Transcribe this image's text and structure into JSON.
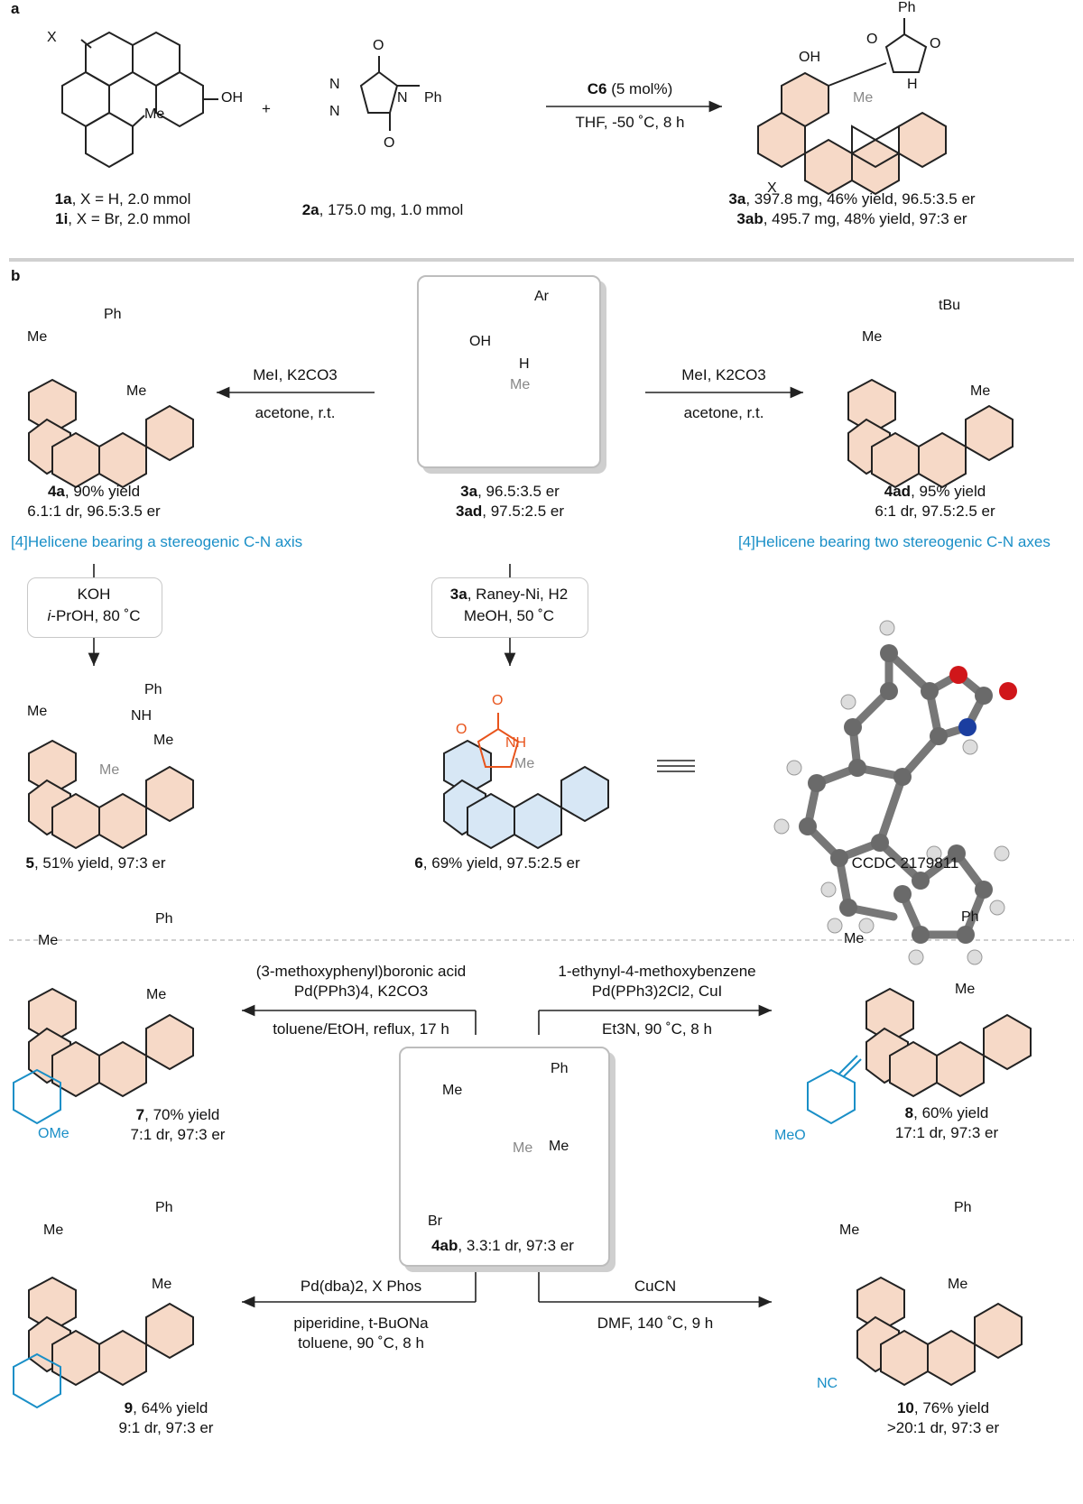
{
  "panels": {
    "a": "a",
    "b": "b"
  },
  "partA": {
    "plus": "+",
    "cond_top_bold": "C6",
    "cond_top_rest": " (5 mol%)",
    "cond_bottom": "THF, -50 ˚C, 8 h",
    "sm1_line1_bold": "1a",
    "sm1_line1_rest": ", X = H, 2.0 mmol",
    "sm1_line2_bold": "1i",
    "sm1_line2_rest": ", X = Br, 2.0 mmol",
    "sm2_bold": "2a",
    "sm2_rest": ", 175.0 mg, 1.0 mmol",
    "prod_line1_bold": "3a",
    "prod_line1_rest": ", 397.8 mg, 46% yield, 96.5:3.5 er",
    "prod_line2_bold": "3ab",
    "prod_line2_rest": ", 495.7 mg, 48% yield, 97:3 er"
  },
  "partB": {
    "left_cond_top": "MeI, K2CO3",
    "left_cond_bottom": "acetone, r.t.",
    "right_cond_top": "MeI, K2CO3",
    "right_cond_bottom": "acetone, r.t.",
    "c4a_bold": "4a",
    "c4a_rest": ", 90% yield",
    "c4a_line2": "6.1:1 dr, 96.5:3.5 er",
    "c3a_bold": "3a",
    "c3a_rest": ", 96.5:3.5 er",
    "c3ad_bold": "3ad",
    "c3ad_rest": ", 97.5:2.5 er",
    "c4ad_bold": "4ad",
    "c4ad_rest": ", 95% yield",
    "c4ad_line2": "6:1 dr, 97.5:2.5 er",
    "blue_left": "[4]Helicene bearing a stereogenic C-N axis",
    "blue_right": "[4]Helicene bearing two stereogenic C-N axes",
    "koh_line1": "KOH",
    "koh_line2_italic": "i",
    "koh_line2_rest": "-PrOH, 80 ˚C",
    "raney_bold": "3a",
    "raney_rest": ", Raney-Ni, H2",
    "raney_line2": "MeOH, 50 ˚C",
    "c5_bold": "5",
    "c5_rest": ", 51% yield, 97:3 er",
    "c6_bold": "6",
    "c6_rest": ", 69% yield, 97.5:2.5 er",
    "ccdc": "CCDC 2179811"
  },
  "partC": {
    "r7_cond_line1": "(3-methoxyphenyl)boronic acid",
    "r7_cond_line2": "Pd(PPh3)4, K2CO3",
    "r7_cond_line3": "toluene/EtOH, reflux, 17 h",
    "r8_cond_line1": "1-ethynyl-4-methoxybenzene",
    "r8_cond_line2": "Pd(PPh3)2Cl2, CuI",
    "r8_cond_line3": "Et3N, 90 ˚C, 8 h",
    "r9_cond_line1": "Pd(dba)2, X Phos",
    "r9_cond_line2": "piperidine, t-BuONa",
    "r9_cond_line3": "toluene, 90 ˚C, 8 h",
    "r10_cond_line1": "CuCN",
    "r10_cond_line2": "DMF, 140 ˚C, 9 h",
    "c7_bold": "7",
    "c7_rest": ", 70% yield",
    "c7_line2": "7:1 dr, 97:3 er",
    "c8_bold": "8",
    "c8_rest": ", 60% yield",
    "c8_line2": "17:1 dr, 97:3 er",
    "c9_bold": "9",
    "c9_rest": ", 64% yield",
    "c9_line2": "9:1 dr, 97:3 er",
    "c10_bold": "10",
    "c10_rest": ", 76% yield",
    "c10_line2": ">20:1 dr, 97:3 er",
    "c4ab_bold": "4ab",
    "c4ab_rest": ", 3.3:1 dr, 97:3 er"
  },
  "atoms": {
    "X": "X",
    "OH": "OH",
    "Me": "Me",
    "Ph": "Ph",
    "N": "N",
    "O": "O",
    "H": "H",
    "NH": "NH",
    "Ar": "Ar",
    "tBu": "tBu",
    "Br": "Br",
    "OMe": "OMe",
    "MeO": "MeO",
    "NC": "NC",
    "Me_O": "Me"
  },
  "colors": {
    "ring_fill": "#f6d9c7",
    "ring_fill_blue": "#d7e7f5",
    "accent_blue": "#1a8fc7",
    "oxazolone": "#e8541c",
    "arrow": "#222"
  }
}
